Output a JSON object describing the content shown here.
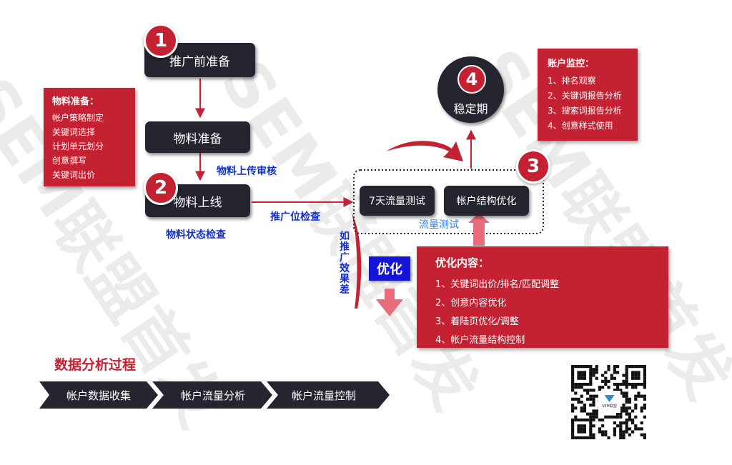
{
  "colors": {
    "accent_red": "#c42132",
    "dark": "#25252f",
    "blue": "#1330c8",
    "optimize_blue": "#1515d8",
    "pink_arrow": "#e86c7c"
  },
  "watermark": "SEM联盟首发",
  "steps": {
    "s1": {
      "num": "1",
      "label": "推广前准备"
    },
    "material_prep": {
      "label": "物料准备"
    },
    "s2": {
      "num": "2",
      "label": "物料上线"
    },
    "s3": {
      "num": "3"
    },
    "s4": {
      "num": "4",
      "label": "稳定期"
    }
  },
  "traffic_test": {
    "item1": "7天流量测试",
    "item2": "帐户结构优化",
    "caption": "流量测试"
  },
  "labels": {
    "upload_review": "物料上传审核",
    "status_check": "物料状态检查",
    "position_check": "推广位检查",
    "poor_effect": [
      "如",
      "推",
      "广",
      "效",
      "果",
      "差"
    ],
    "optimize": "优化"
  },
  "material_panel": {
    "title": "物料准备：",
    "items": [
      "帐户策略制定",
      "关键词选择",
      "计划单元划分",
      "创意撰写",
      "关键词出价"
    ]
  },
  "monitor_panel": {
    "title": "账户监控：",
    "items": [
      "1、排名观察",
      "2、关键词报告分析",
      "3、搜索词报告分析",
      "4、创意样式使用"
    ]
  },
  "optimize_panel": {
    "title": "优化内容：",
    "items": [
      "1、关键词出价/排名/匹配调整",
      "2、创意内容优化",
      "3、着陆页优化/调整",
      "4、帐户流量结构控制"
    ]
  },
  "data_process": {
    "title": "数据分析过程",
    "steps": [
      "帐户数据收集",
      "帐户流量分析",
      "帐户流量控制"
    ]
  },
  "qr": {
    "caption": "SEM联盟"
  }
}
